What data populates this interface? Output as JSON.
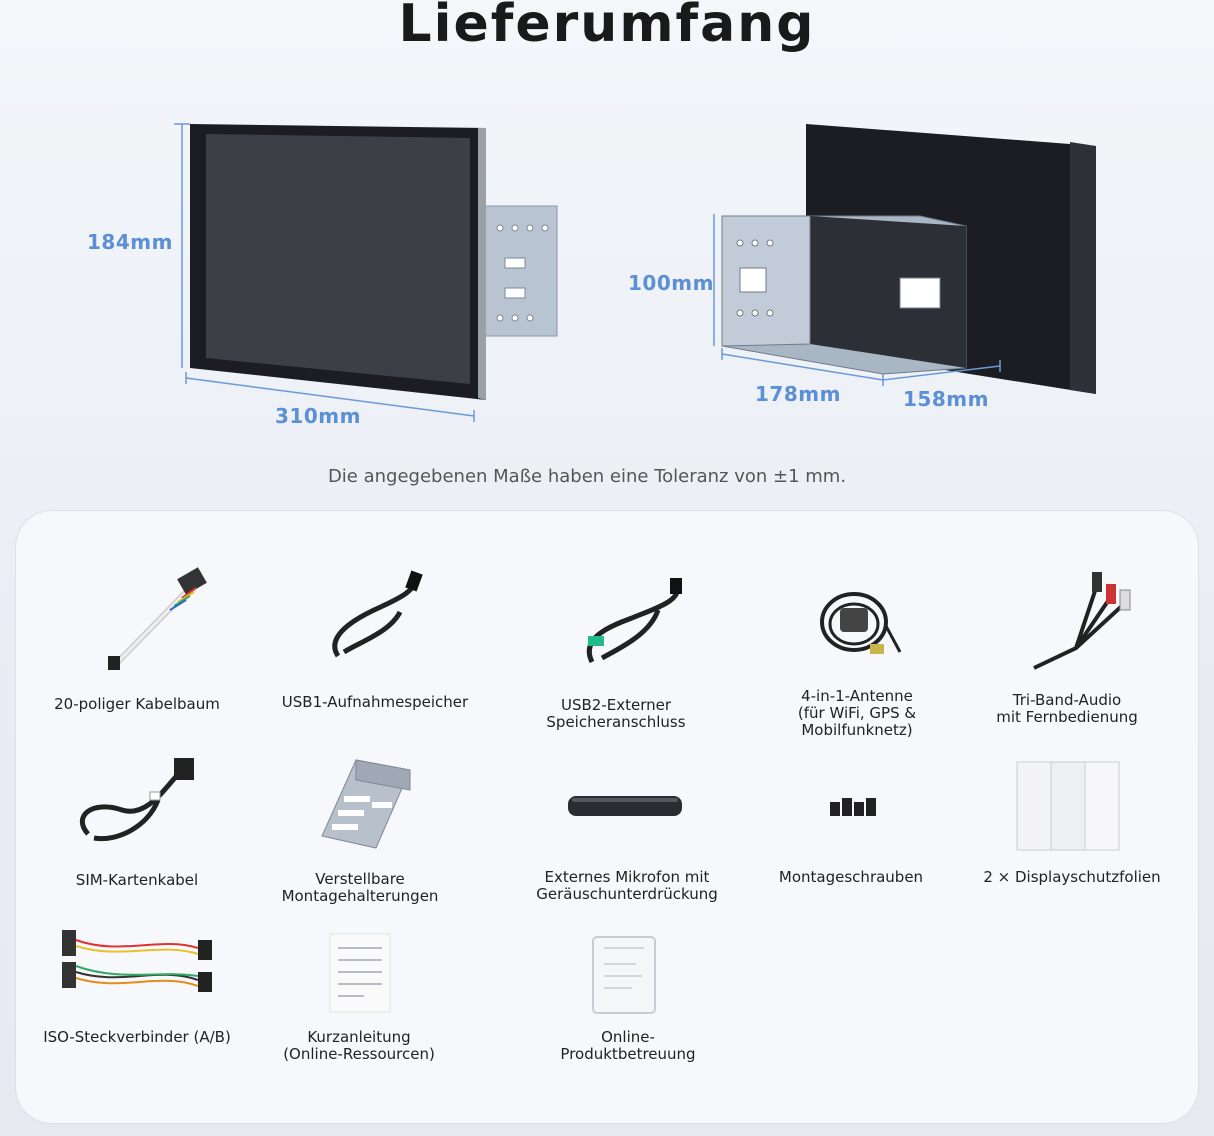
{
  "page": {
    "title": "Lieferumfang",
    "tolerance_note": "Die angegebenen Maße haben eine Toleranz von ±1 mm."
  },
  "dimensions": {
    "front_height": "184mm",
    "front_width": "310mm",
    "side_height": "100mm",
    "side_width": "178mm",
    "side_depth": "158mm"
  },
  "accessories": [
    {
      "label": "20-poliger Kabelbaum",
      "icon": "wiring-harness-icon"
    },
    {
      "label": "USB1-Aufnahmespeicher",
      "icon": "usb-cable-icon"
    },
    {
      "label": "USB2-Externer\nSpeicheranschluss",
      "icon": "usb-cable-icon"
    },
    {
      "label": "4-in-1-Antenne\n(für WiFi, GPS &\nMobilfunknetz)",
      "icon": "antenna-icon"
    },
    {
      "label": "Tri-Band-Audio\nmit Fernbedienung",
      "icon": "audio-cable-icon"
    },
    {
      "label": "SIM-Kartenkabel",
      "icon": "sim-cable-icon"
    },
    {
      "label": "Verstellbare\nMontagehalterungen",
      "icon": "bracket-icon"
    },
    {
      "label": "Externes Mikrofon mit\nGeräuschunterdrückung",
      "icon": "microphone-icon"
    },
    {
      "label": "Montageschrauben",
      "icon": "screws-icon"
    },
    {
      "label": "2 × Displayschutzfolien",
      "icon": "screen-protector-icon"
    },
    {
      "label": "ISO-Steckverbinder (A/B)",
      "icon": "iso-connector-icon"
    },
    {
      "label": "Kurzanleitung\n(Online-Ressourcen)",
      "icon": "manual-icon"
    },
    {
      "label": "Online-\nProduktbetreuung",
      "icon": "support-card-icon"
    }
  ]
}
